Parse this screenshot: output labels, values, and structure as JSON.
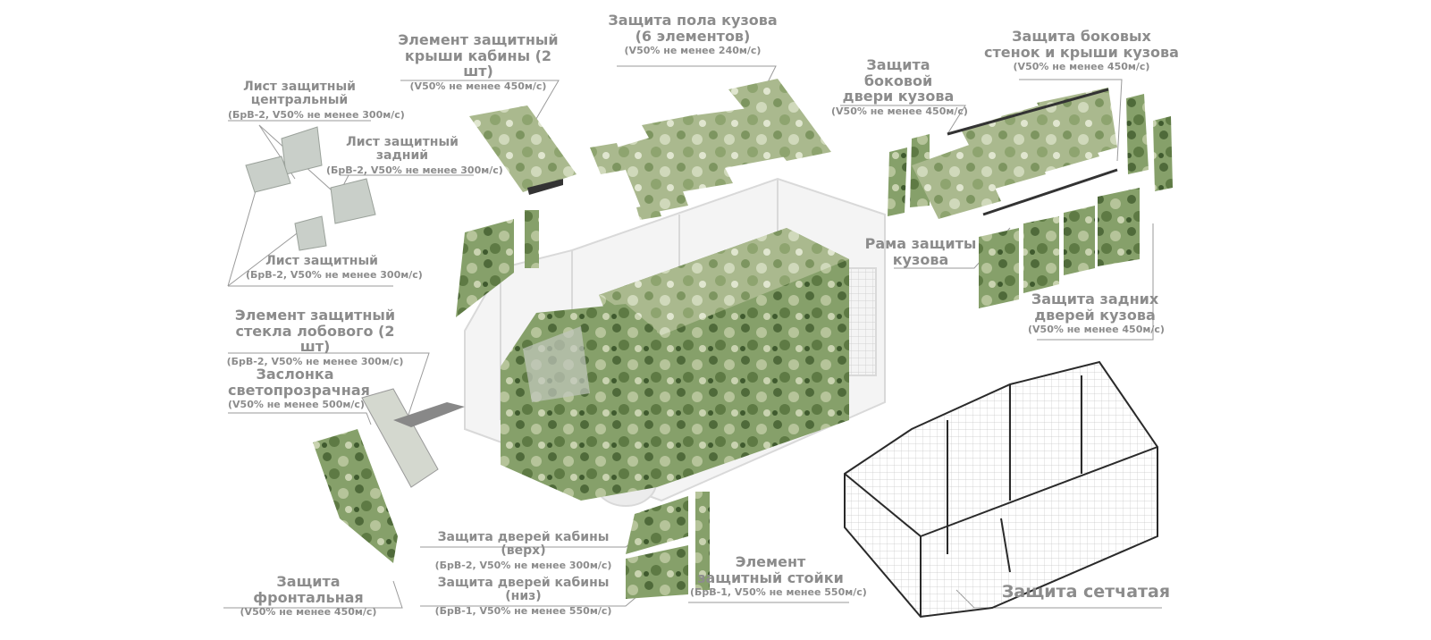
{
  "labels": [
    {
      "id": "roof-cab",
      "title": "Элемент защитный\nкрыши кабины (2 шт)",
      "sub": "(V50% не менее 450м/с)"
    },
    {
      "id": "floor",
      "title": "Защита пола кузова\n(6 элементов)",
      "sub": "(V50% не менее 240м/с)"
    },
    {
      "id": "side-door",
      "title": "Защита боковой\nдвери кузова",
      "sub": "(V50% не менее 450м/с)"
    },
    {
      "id": "side-walls",
      "title": "Защита боковых\nстенок и крыши кузова",
      "sub": "(V50% не менее 450м/с)"
    },
    {
      "id": "sheet-central",
      "title": "Лист защитный\nцентральный",
      "sub": "(БрВ-2, V50% не менее 300м/с)"
    },
    {
      "id": "sheet-rear",
      "title": "Лист защитный\nзадний",
      "sub": "(БрВ-2, V50% не менее 300м/с)"
    },
    {
      "id": "sheet",
      "title": "Лист защитный",
      "sub": "(БрВ-2, V50% не менее 300м/с)"
    },
    {
      "id": "frame",
      "title": "Рама защиты\nкузова",
      "sub": ""
    },
    {
      "id": "rear-doors",
      "title": "Защита задних\nдверей кузова",
      "sub": "(V50% не менее 450м/с)"
    },
    {
      "id": "windshield",
      "title": "Элемент защитный\nстекла лобового (2 шт)",
      "sub": "(БрВ-2, V50% не менее 300м/с)"
    },
    {
      "id": "shutter",
      "title": "Заслонка\nсветопрозрачная",
      "sub": "(V50% не менее 500м/с)"
    },
    {
      "id": "cab-doors-top",
      "title": "Защита дверей кабины (верх)",
      "sub": "(БрВ-2, V50% не менее 300м/с)"
    },
    {
      "id": "cab-doors-bottom",
      "title": "Защита дверей кабины (низ)",
      "sub": "(БрВ-1, V50% не менее 550м/с)"
    },
    {
      "id": "pillar",
      "title": "Элемент\nзащитный стойки",
      "sub": "(БрВ-1, V50% не менее 550м/с)"
    },
    {
      "id": "front",
      "title": "Защита фронтальная",
      "sub": "(V50% не менее 450м/с)"
    },
    {
      "id": "mesh",
      "title": "Защита сетчатая",
      "sub": ""
    }
  ],
  "colors": {
    "camo_dark": "#4f6a3a",
    "camo_light": "#a7b88a",
    "label": "#8c8c8c"
  }
}
